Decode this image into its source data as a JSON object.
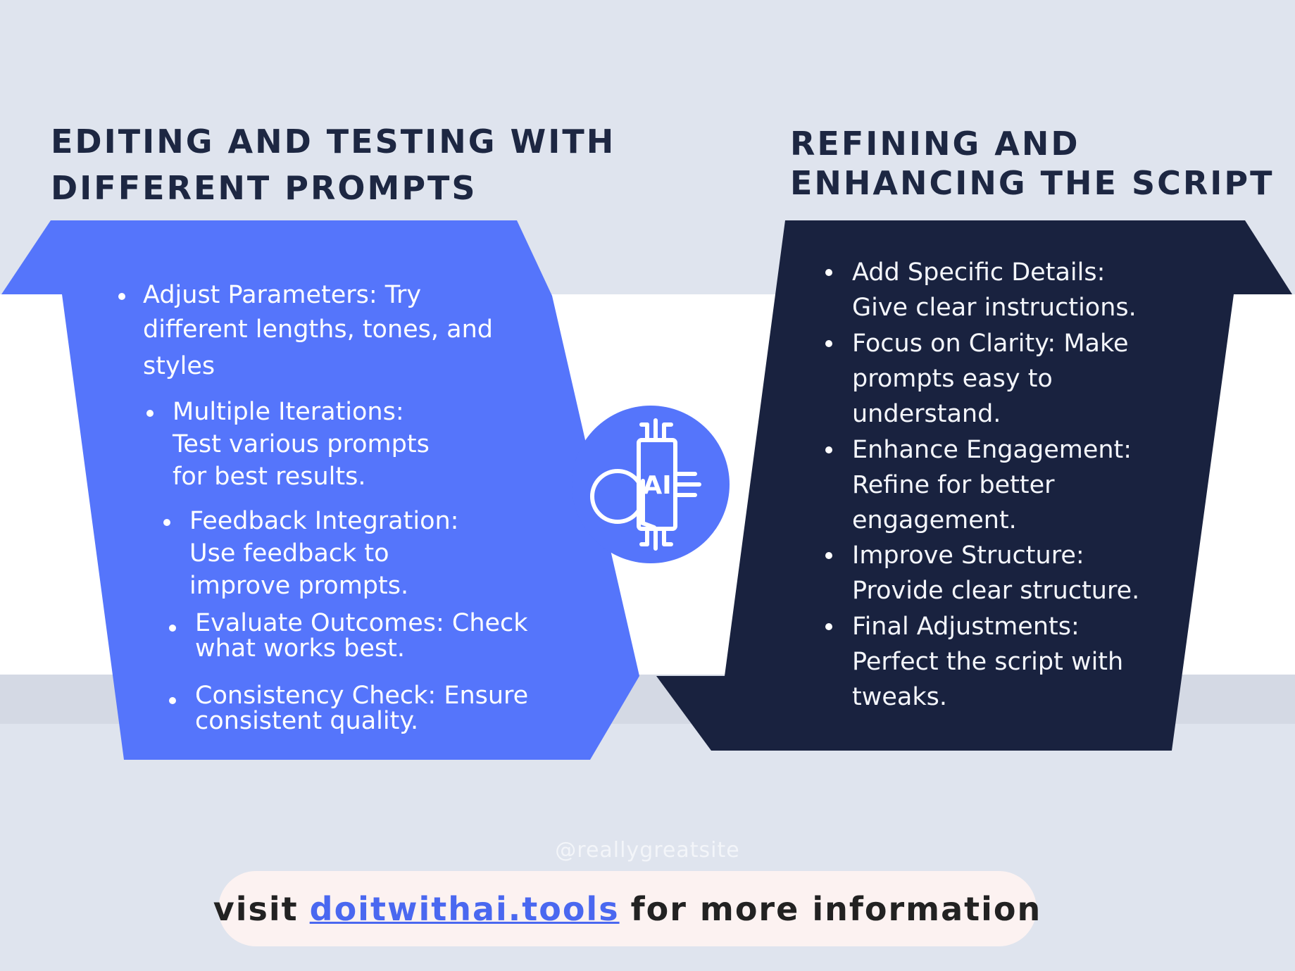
{
  "colors": {
    "background": "#dfe4ee",
    "band": "#ffffff",
    "left_panel": "#5575fb",
    "right_panel": "#19223f",
    "heading_text": "#1d2742",
    "link": "#4a68f0",
    "footer_pill": "#fcf2f1"
  },
  "left": {
    "heading_lines": [
      "EDITING AND TESTING WITH",
      "DIFFERENT PROMPTS"
    ],
    "items": [
      {
        "lines": [
          "Adjust Parameters: Try",
          "different lengths, tones, and",
          "styles"
        ]
      },
      {
        "lines": [
          "Multiple Iterations:",
          "Test various prompts",
          "for best results."
        ]
      },
      {
        "lines": [
          "Feedback Integration:",
          "Use feedback to",
          "improve prompts."
        ]
      },
      {
        "lines": [
          "Evaluate Outcomes: Check",
          "what works best."
        ]
      },
      {
        "lines": [
          "Consistency Check: Ensure",
          "consistent quality."
        ]
      }
    ]
  },
  "right": {
    "heading_lines": [
      "REFINING AND",
      "ENHANCING THE SCRIPT"
    ],
    "items": [
      {
        "lines": [
          "Add Specific Details:",
          "Give clear instructions."
        ]
      },
      {
        "lines": [
          "Focus on Clarity: Make",
          "prompts easy to",
          "understand."
        ]
      },
      {
        "lines": [
          "Enhance Engagement:",
          "Refine for better",
          "engagement."
        ]
      },
      {
        "lines": [
          "Improve Structure:",
          "Provide clear structure."
        ]
      },
      {
        "lines": [
          "Final Adjustments:",
          "Perfect the script with",
          "tweaks."
        ]
      }
    ]
  },
  "logo": {
    "icon": "ai-chip-logo-icon",
    "text": "AI"
  },
  "handle": "@reallygreatsite",
  "footer": {
    "prefix": "visit",
    "link": "doitwithai.tools",
    "suffix": "for more information"
  }
}
